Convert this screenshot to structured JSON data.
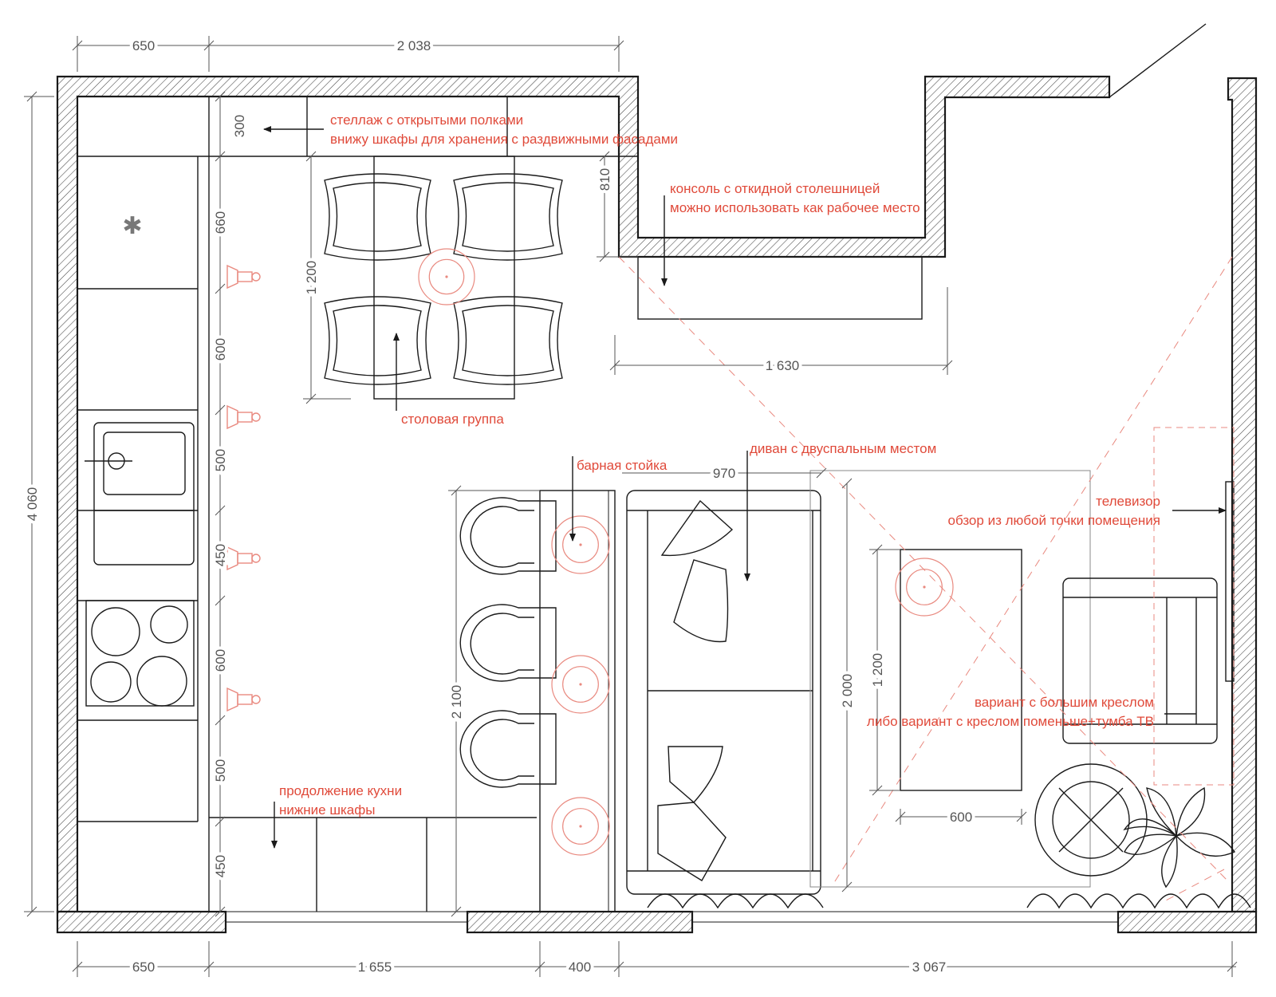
{
  "colors": {
    "annotation": "#e04a3a",
    "dimension": "#555555",
    "line": "#1a1a1a",
    "light_fixture": "#e98a80"
  },
  "icons": {
    "fridge": "asterisk-icon",
    "sconce": "wall-sconce-icon",
    "ceiling_light": "ceiling-light-icon",
    "plant": "plant-icon",
    "side_table": "round-table-icon"
  },
  "dimensions": {
    "top": [
      "650",
      "2 038"
    ],
    "bottom": [
      "650",
      "1 655",
      "400",
      "3 067"
    ],
    "left_total": "4 060",
    "kitchen_run": [
      "300",
      "660",
      "600",
      "500",
      "450",
      "600",
      "500",
      "450"
    ],
    "table_depth": "1 200",
    "console_depth": "810",
    "console_width": "1 630",
    "bar_width": "970",
    "bar_length": "2 100",
    "sofa_length": "2 000",
    "coffee_table_length": "1 200",
    "coffee_table_width": "600"
  },
  "notes": {
    "shelving": [
      "стеллаж с открытыми полками",
      "внижу шкафы для хранения с раздвижными фасадами"
    ],
    "console": [
      "консоль с откидной столешницей",
      "можно использовать как рабочее место"
    ],
    "dining": "столовая группа",
    "bar": "барная стойка",
    "sofa": "диван с двуспальным местом",
    "tv": [
      "телевизор",
      "обзор из любой точки помещения"
    ],
    "armchair": [
      "вариант с большим креслом",
      "либо вариант с креслом поменьше+тумба ТВ"
    ],
    "kitchen_continuation": [
      "продолжение кухни",
      "нижние шкафы"
    ]
  }
}
